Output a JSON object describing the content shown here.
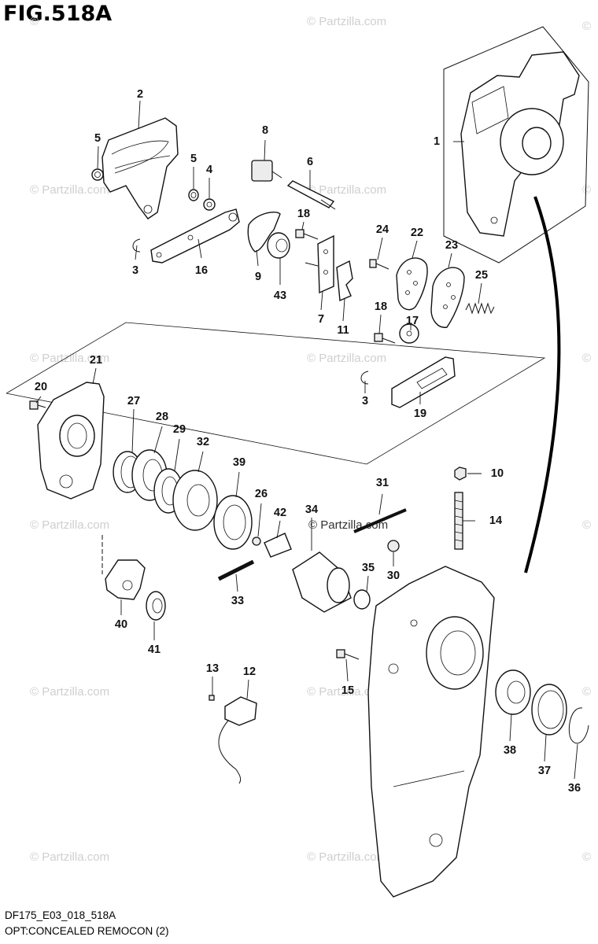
{
  "figure": {
    "title": "FIG.518A",
    "code": "DF175_E03_018_518A",
    "description": "OPT:CONCEALED REMOCON (2)"
  },
  "watermark": {
    "text": "© Partzilla.com",
    "small": "©",
    "color": "#cfcfcf"
  },
  "callouts": [
    {
      "label": "1",
      "part": "remote-control-box"
    },
    {
      "label": "2",
      "part": "cam-bracket"
    },
    {
      "label": "3",
      "part": "clip"
    },
    {
      "label": "3",
      "part": "clip"
    },
    {
      "label": "4",
      "part": "washer"
    },
    {
      "label": "5",
      "part": "bushing"
    },
    {
      "label": "5",
      "part": "bushing"
    },
    {
      "label": "6",
      "part": "shaft"
    },
    {
      "label": "7",
      "part": "plate"
    },
    {
      "label": "8",
      "part": "switch"
    },
    {
      "label": "9",
      "part": "cam"
    },
    {
      "label": "10",
      "part": "nut"
    },
    {
      "label": "11",
      "part": "stopper"
    },
    {
      "label": "12",
      "part": "switch-assy"
    },
    {
      "label": "13",
      "part": "screw"
    },
    {
      "label": "14",
      "part": "stud-bolt"
    },
    {
      "label": "15",
      "part": "screw"
    },
    {
      "label": "16",
      "part": "arm"
    },
    {
      "label": "17",
      "part": "washer"
    },
    {
      "label": "18",
      "part": "bolt"
    },
    {
      "label": "18",
      "part": "bolt"
    },
    {
      "label": "19",
      "part": "link"
    },
    {
      "label": "20",
      "part": "screw"
    },
    {
      "label": "21",
      "part": "cover"
    },
    {
      "label": "22",
      "part": "plate"
    },
    {
      "label": "23",
      "part": "plate"
    },
    {
      "label": "24",
      "part": "screw"
    },
    {
      "label": "25",
      "part": "spring"
    },
    {
      "label": "26",
      "part": "pin"
    },
    {
      "label": "27",
      "part": "spring"
    },
    {
      "label": "28",
      "part": "friction-plate"
    },
    {
      "label": "29",
      "part": "washer"
    },
    {
      "label": "30",
      "part": "ball"
    },
    {
      "label": "31",
      "part": "pin"
    },
    {
      "label": "32",
      "part": "gear"
    },
    {
      "label": "33",
      "part": "pin"
    },
    {
      "label": "34",
      "part": "gear-assy"
    },
    {
      "label": "35",
      "part": "bushing"
    },
    {
      "label": "36",
      "part": "circlip"
    },
    {
      "label": "37",
      "part": "washer"
    },
    {
      "label": "38",
      "part": "bushing"
    },
    {
      "label": "39",
      "part": "washer"
    },
    {
      "label": "40",
      "part": "bracket"
    },
    {
      "label": "41",
      "part": "bushing"
    },
    {
      "label": "42",
      "part": "shaft"
    },
    {
      "label": "43",
      "part": "collar"
    }
  ]
}
